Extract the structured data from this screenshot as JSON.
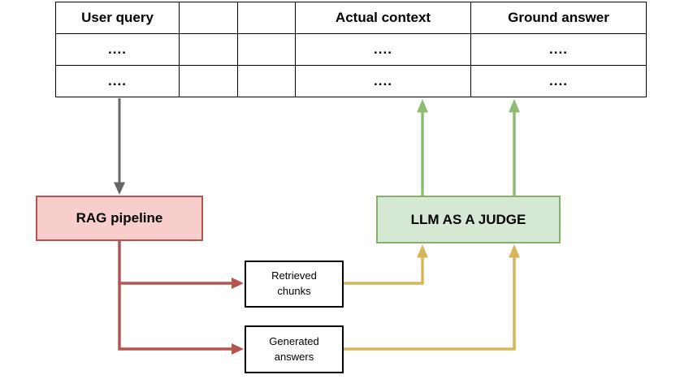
{
  "table": {
    "columns": [
      "User query",
      "",
      "",
      "Actual context",
      "Ground answer"
    ],
    "rows": [
      [
        "....",
        "",
        "",
        "....",
        "...."
      ],
      [
        "....",
        "",
        "",
        "....",
        "...."
      ]
    ]
  },
  "nodes": {
    "rag_pipeline": {
      "label": "RAG pipeline"
    },
    "llm_judge": {
      "label": "LLM AS A JUDGE"
    },
    "retrieved_chunks": {
      "label": "Retrieved\nchunks"
    },
    "generated_answers": {
      "label": "Generated\nanswers"
    }
  },
  "colors": {
    "rag_fill": "#f8cecc",
    "rag_stroke": "#b85450",
    "judge_fill": "#d5e8d4",
    "judge_stroke": "#82b366",
    "arrow_gray": "#666666",
    "arrow_red": "#b85450",
    "arrow_yellow": "#d6b656",
    "arrow_green": "#8fbc75"
  }
}
